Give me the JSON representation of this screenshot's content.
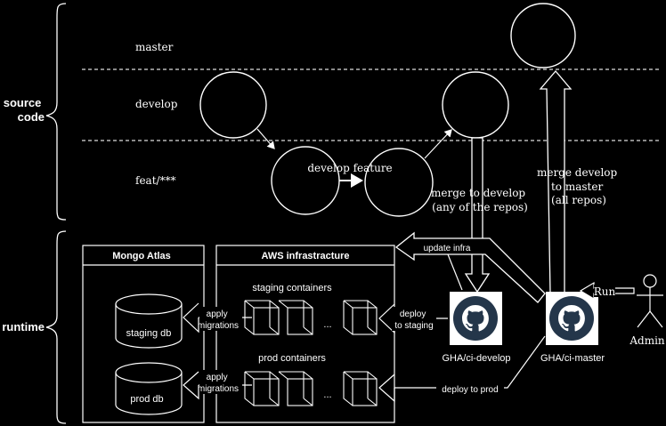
{
  "sections": {
    "source_code": "source\ncode",
    "runtime": "runtime"
  },
  "branches": {
    "master": "master",
    "develop": "develop",
    "feature": "feat/***"
  },
  "labels": {
    "develop_feature": "develop feature",
    "merge_to_develop": "merge to develop\n(any of the repos)",
    "merge_develop_to_master": "merge develop\nto master\n(all repos)",
    "update_infra": "update infra",
    "run": "Run",
    "admin": "Admin",
    "apply_migrations_staging": "apply\nmigrations",
    "apply_migrations_prod": "apply\nmigrations",
    "deploy_to_staging": "deploy\nto staging",
    "deploy_to_prod": "deploy to prod",
    "ellipsis_staging": "...",
    "ellipsis_prod": "..."
  },
  "boxes": {
    "mongo_title": "Mongo Atlas",
    "staging_db": "staging db",
    "prod_db": "prod db",
    "aws_title": "AWS infrastracture",
    "staging_containers": "staging containers",
    "prod_containers": "prod containers"
  },
  "workflows": {
    "ci_develop": "GHA/ci-develop",
    "ci_master": "GHA/ci-master"
  },
  "icons": {
    "github": "github-icon",
    "actor": "stick-figure-icon"
  },
  "colors": {
    "background": "#000000",
    "foreground": "#ffffff",
    "github_bg": "#24364a"
  }
}
